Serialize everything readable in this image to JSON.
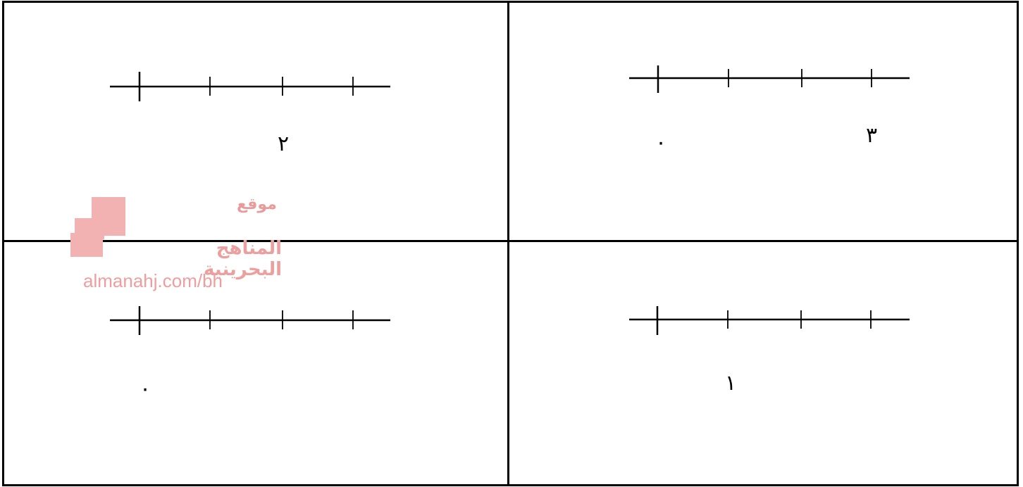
{
  "cells": [
    {
      "position": "top-right",
      "labels": [
        "٣",
        "٠"
      ]
    },
    {
      "position": "top-left",
      "labels": [
        "٢"
      ]
    },
    {
      "position": "bottom-right",
      "labels": [
        "١"
      ]
    },
    {
      "position": "bottom-left",
      "labels": [
        "٠"
      ]
    }
  ],
  "watermark": {
    "line1": "موقع",
    "line2": "المناهج البحرينية",
    "url": "almanahj.com/bh"
  },
  "colors": {
    "line": "#000000",
    "watermark": "#f3b2b2"
  }
}
